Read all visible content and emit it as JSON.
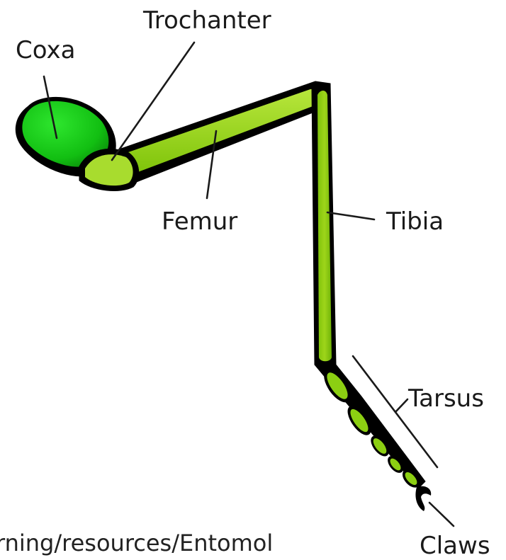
{
  "labels": {
    "coxa": "Coxa",
    "trochanter": "Trochanter",
    "femur": "Femur",
    "tibia": "Tibia",
    "tarsus": "Tarsus",
    "claws": "Claws"
  },
  "source_text": "rning/resources/Entomol",
  "colors": {
    "coxa": "#17c717",
    "segment_fill": "#8ed10f",
    "segment_light": "#b3e436",
    "outline": "#000000",
    "label": "#1a1a1a"
  }
}
